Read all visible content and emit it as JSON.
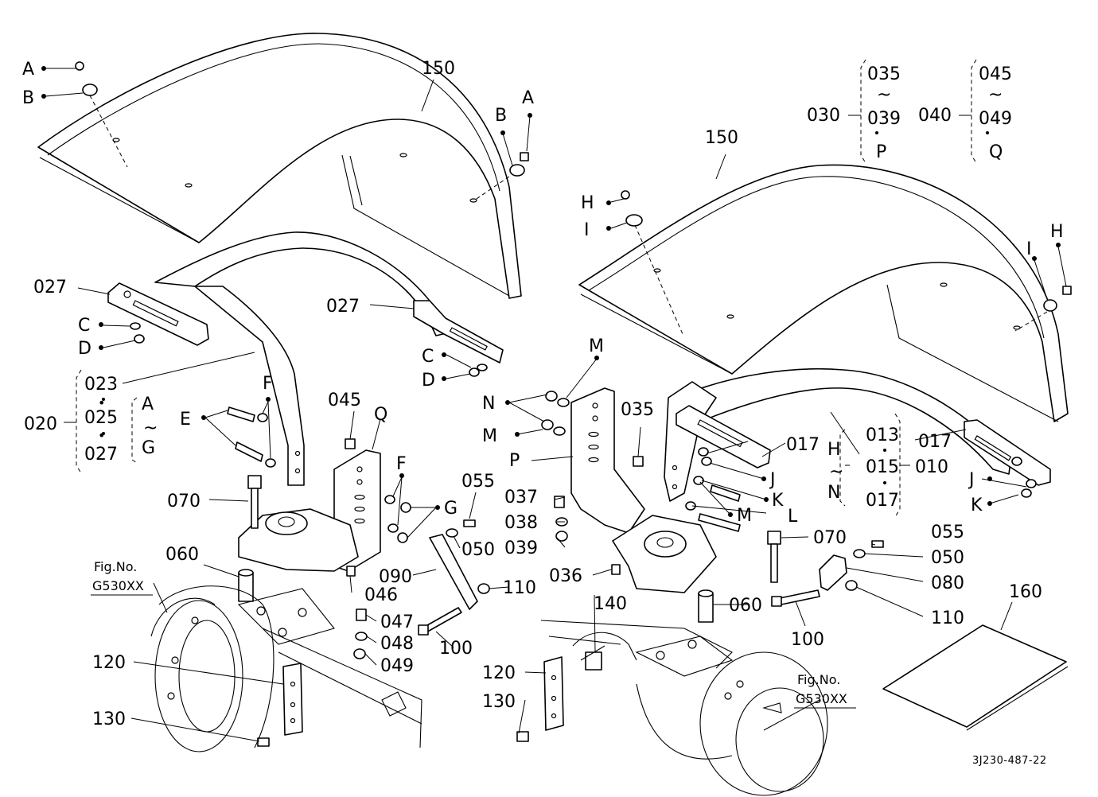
{
  "labels": {
    "A": "A",
    "B": "B",
    "C": "C",
    "D": "D",
    "E": "E",
    "F": "F",
    "G": "G",
    "H": "H",
    "I": "I",
    "J": "J",
    "K": "K",
    "L": "L",
    "M": "M",
    "N": "N",
    "P": "P",
    "Q": "Q"
  },
  "parts": {
    "p010": "010",
    "p013": "013",
    "p015": "015",
    "p017": "017",
    "p020": "020",
    "p023": "023",
    "p025": "025",
    "p027": "027",
    "p030": "030",
    "p035": "035",
    "p036": "036",
    "p037": "037",
    "p038": "038",
    "p039": "039",
    "p040": "040",
    "p045": "045",
    "p046": "046",
    "p047": "047",
    "p048": "048",
    "p049": "049",
    "p050": "050",
    "p055": "055",
    "p060": "060",
    "p070": "070",
    "p080": "080",
    "p090": "090",
    "p100": "100",
    "p110": "110",
    "p120": "120",
    "p130": "130",
    "p140": "140",
    "p150": "150",
    "p160": "160"
  },
  "symbols": {
    "tilde": "~",
    "dot": "•"
  },
  "figure_refs": {
    "prefix": "Fig.No.",
    "code": "G530XX"
  },
  "drawing_code": "3J230-487-22"
}
